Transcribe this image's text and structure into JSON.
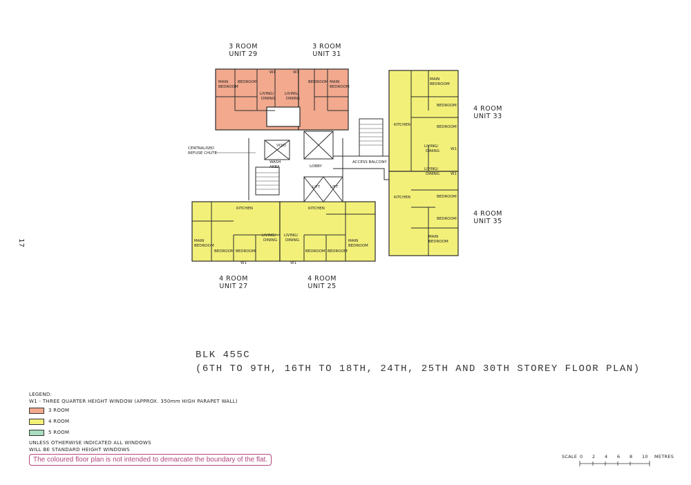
{
  "page_number": "17",
  "units": {
    "u29": {
      "type": "3 ROOM",
      "unit": "UNIT 29"
    },
    "u31": {
      "type": "3 ROOM",
      "unit": "UNIT 31"
    },
    "u33": {
      "type": "4 ROOM",
      "unit": "UNIT 33"
    },
    "u35": {
      "type": "4 ROOM",
      "unit": "UNIT 35"
    },
    "u27": {
      "type": "4 ROOM",
      "unit": "UNIT 27"
    },
    "u25": {
      "type": "4 ROOM",
      "unit": "UNIT 25"
    }
  },
  "plan_labels": {
    "main_bedroom_a": "MAIN",
    "main_bedroom_b": "BEDROOM",
    "bedroom": "BEDROOM",
    "living_a": "LIVING/",
    "living_b": "DINING",
    "kitchen": "KITCHEN",
    "w1": "W1",
    "void": "VOID",
    "wash_area_a": "WASH",
    "wash_area_b": "AREA",
    "lobby": "LOBBY",
    "lift": "LIFT",
    "access_balcony": "ACCESS BALCONY",
    "refuse_a": "CENTRALISED",
    "refuse_b": "REFUSE CHUTE"
  },
  "block": {
    "name": "BLK 455C",
    "floors": "(6TH TO 9TH, 16TH TO 18TH, 24TH, 25TH AND 30TH STOREY FLOOR PLAN)"
  },
  "legend": {
    "title": "LEGEND:",
    "w1_note": "W1 - THREE QUARTER HEIGHT WINDOW (APPROX. 350mm HIGH PARAPET WALL)",
    "items": [
      {
        "label": "3 ROOM",
        "color": "#f2a98e"
      },
      {
        "label": "4 ROOM",
        "color": "#f3f07a"
      },
      {
        "label": "5 ROOM",
        "color": "#a9dcc0"
      }
    ],
    "note_line1": "UNLESS OTHERWISE INDICATED ALL WINDOWS",
    "note_line2": "WILL BE STANDARD HEIGHT WINDOWS"
  },
  "disclaimer": "The coloured floor plan is not intended to demarcate the boundary of the flat.",
  "scale": {
    "label": "SCALE",
    "ticks": [
      "0",
      "2",
      "4",
      "6",
      "8",
      "10"
    ],
    "unit": "METRES"
  },
  "colors": {
    "three_room": "#f2a98e",
    "four_room": "#f3f07a",
    "five_room": "#a9dcc0",
    "wall": "#2a2a2a"
  }
}
